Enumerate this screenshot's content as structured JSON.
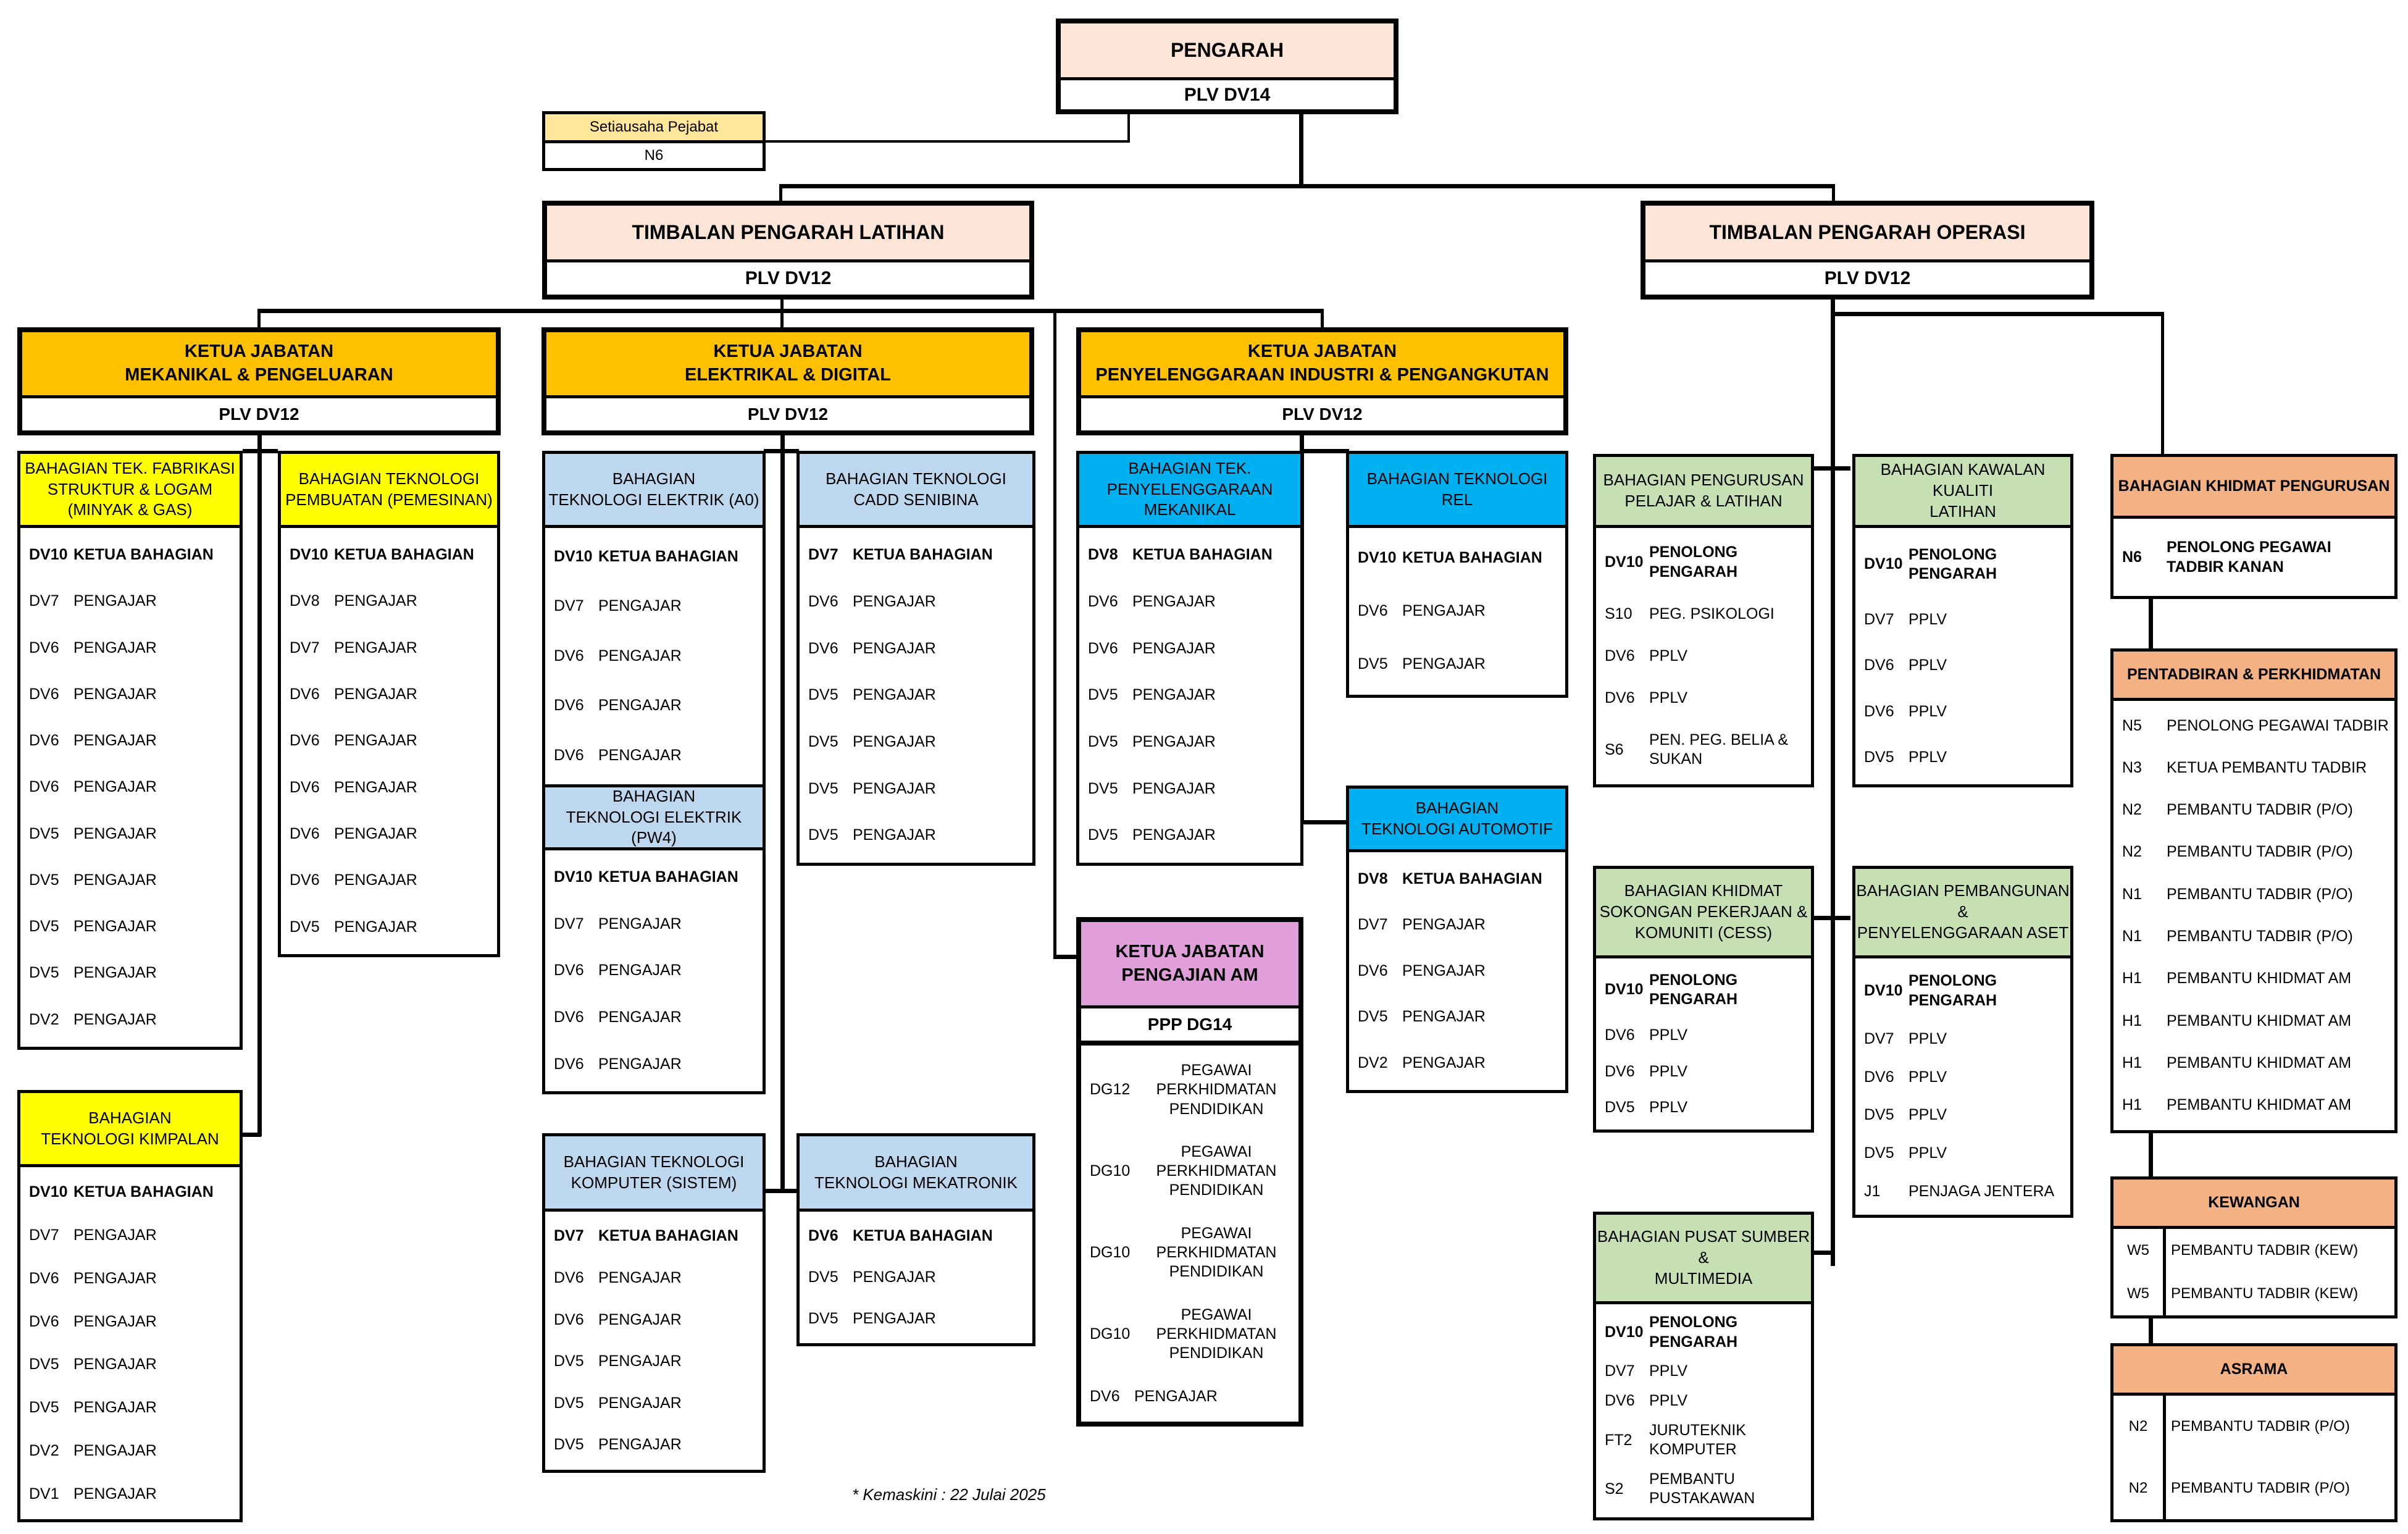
{
  "colors": {
    "director": "#FCE4D6",
    "secretary": "#FFE699",
    "department": "#FFC000",
    "mech_section": "#FFFF00",
    "elec_section": "#BDD7EE",
    "maint_section": "#00B0F0",
    "general_studies": "#E09FDB",
    "operations_section": "#C6E0B4",
    "admin_section": "#F4B183"
  },
  "director": {
    "title": "PENGARAH",
    "grade": "PLV DV14"
  },
  "secretary": {
    "title": "Setiausaha Pejabat",
    "grade": "N6"
  },
  "deputy_training": {
    "title": "TIMBALAN PENGARAH LATIHAN",
    "grade": "PLV DV12"
  },
  "deputy_operations": {
    "title": "TIMBALAN PENGARAH OPERASI",
    "grade": "PLV DV12"
  },
  "departments": [
    {
      "title": "KETUA JABATAN\nMEKANIKAL & PENGELUARAN",
      "grade": "PLV DV12"
    },
    {
      "title": "KETUA JABATAN\nELEKTRIKAL & DIGITAL",
      "grade": "PLV DV12"
    },
    {
      "title": "KETUA JABATAN\nPENYELENGGARAAN INDUSTRI & PENGANGKUTAN",
      "grade": "PLV DV12"
    }
  ],
  "general_studies": {
    "title": "KETUA JABATAN\nPENGAJIAN AM",
    "grade": "PPP DG14",
    "rows": [
      {
        "g": "DG12",
        "p": "PEGAWAI\nPERKHIDMATAN\nPENDIDIKAN"
      },
      {
        "g": "DG10",
        "p": "PEGAWAI\nPERKHIDMATAN\nPENDIDIKAN"
      },
      {
        "g": "DG10",
        "p": "PEGAWAI\nPERKHIDMATAN\nPENDIDIKAN"
      },
      {
        "g": "DG10",
        "p": "PEGAWAI\nPERKHIDMATAN\nPENDIDIKAN"
      },
      {
        "g": "DV6",
        "p": "PENGAJAR"
      }
    ]
  },
  "sections": {
    "fabrikasi": {
      "title": "BAHAGIAN TEK. FABRIKASI\nSTRUKTUR & LOGAM\n(MINYAK & GAS)",
      "rows": [
        {
          "g": "DV10",
          "p": "KETUA BAHAGIAN",
          "b": true
        },
        {
          "g": "DV7",
          "p": "PENGAJAR"
        },
        {
          "g": "DV6",
          "p": "PENGAJAR"
        },
        {
          "g": "DV6",
          "p": "PENGAJAR"
        },
        {
          "g": "DV6",
          "p": "PENGAJAR"
        },
        {
          "g": "DV6",
          "p": "PENGAJAR"
        },
        {
          "g": "DV5",
          "p": "PENGAJAR"
        },
        {
          "g": "DV5",
          "p": "PENGAJAR"
        },
        {
          "g": "DV5",
          "p": "PENGAJAR"
        },
        {
          "g": "DV5",
          "p": "PENGAJAR"
        },
        {
          "g": "DV2",
          "p": "PENGAJAR"
        }
      ]
    },
    "pembuatan": {
      "title": "BAHAGIAN TEKNOLOGI\nPEMBUATAN (PEMESINAN)",
      "rows": [
        {
          "g": "DV10",
          "p": "KETUA BAHAGIAN",
          "b": true
        },
        {
          "g": "DV8",
          "p": "PENGAJAR"
        },
        {
          "g": "DV7",
          "p": "PENGAJAR"
        },
        {
          "g": "DV6",
          "p": "PENGAJAR"
        },
        {
          "g": "DV6",
          "p": "PENGAJAR"
        },
        {
          "g": "DV6",
          "p": "PENGAJAR"
        },
        {
          "g": "DV6",
          "p": "PENGAJAR"
        },
        {
          "g": "DV6",
          "p": "PENGAJAR"
        },
        {
          "g": "DV5",
          "p": "PENGAJAR"
        }
      ]
    },
    "kimpalan": {
      "title": "BAHAGIAN\nTEKNOLOGI KIMPALAN",
      "rows": [
        {
          "g": "DV10",
          "p": "KETUA BAHAGIAN",
          "b": true
        },
        {
          "g": "DV7",
          "p": "PENGAJAR"
        },
        {
          "g": "DV6",
          "p": "PENGAJAR"
        },
        {
          "g": "DV6",
          "p": "PENGAJAR"
        },
        {
          "g": "DV5",
          "p": "PENGAJAR"
        },
        {
          "g": "DV5",
          "p": "PENGAJAR"
        },
        {
          "g": "DV2",
          "p": "PENGAJAR"
        },
        {
          "g": "DV1",
          "p": "PENGAJAR"
        }
      ]
    },
    "elektrik_a0": {
      "title": "BAHAGIAN\nTEKNOLOGI ELEKTRIK (A0)",
      "rows": [
        {
          "g": "DV10",
          "p": "KETUA BAHAGIAN",
          "b": true
        },
        {
          "g": "DV7",
          "p": "PENGAJAR"
        },
        {
          "g": "DV6",
          "p": "PENGAJAR"
        },
        {
          "g": "DV6",
          "p": "PENGAJAR"
        },
        {
          "g": "DV6",
          "p": "PENGAJAR"
        }
      ]
    },
    "elektrik_pw4": {
      "title": "BAHAGIAN\nTEKNOLOGI ELEKTRIK (PW4)",
      "rows": [
        {
          "g": "DV10",
          "p": "KETUA BAHAGIAN",
          "b": true
        },
        {
          "g": "DV7",
          "p": "PENGAJAR"
        },
        {
          "g": "DV6",
          "p": "PENGAJAR"
        },
        {
          "g": "DV6",
          "p": "PENGAJAR"
        },
        {
          "g": "DV6",
          "p": "PENGAJAR"
        }
      ]
    },
    "cadd": {
      "title": "BAHAGIAN TEKNOLOGI\nCADD SENIBINA",
      "rows": [
        {
          "g": "DV7",
          "p": "KETUA BAHAGIAN",
          "b": true
        },
        {
          "g": "DV6",
          "p": "PENGAJAR"
        },
        {
          "g": "DV6",
          "p": "PENGAJAR"
        },
        {
          "g": "DV5",
          "p": "PENGAJAR"
        },
        {
          "g": "DV5",
          "p": "PENGAJAR"
        },
        {
          "g": "DV5",
          "p": "PENGAJAR"
        },
        {
          "g": "DV5",
          "p": "PENGAJAR"
        }
      ]
    },
    "komputer": {
      "title": "BAHAGIAN TEKNOLOGI\nKOMPUTER (SISTEM)",
      "rows": [
        {
          "g": "DV7",
          "p": "KETUA BAHAGIAN",
          "b": true
        },
        {
          "g": "DV6",
          "p": "PENGAJAR"
        },
        {
          "g": "DV6",
          "p": "PENGAJAR"
        },
        {
          "g": "DV5",
          "p": "PENGAJAR"
        },
        {
          "g": "DV5",
          "p": "PENGAJAR"
        },
        {
          "g": "DV5",
          "p": "PENGAJAR"
        }
      ]
    },
    "mekatronik": {
      "title": "BAHAGIAN\nTEKNOLOGI MEKATRONIK",
      "rows": [
        {
          "g": "DV6",
          "p": "KETUA BAHAGIAN",
          "b": true
        },
        {
          "g": "DV5",
          "p": "PENGAJAR"
        },
        {
          "g": "DV5",
          "p": "PENGAJAR"
        }
      ]
    },
    "penyelenggaraan": {
      "title": "BAHAGIAN TEK.\nPENYELENGGARAAN\nMEKANIKAL",
      "rows": [
        {
          "g": "DV8",
          "p": "KETUA BAHAGIAN",
          "b": true
        },
        {
          "g": "DV6",
          "p": "PENGAJAR"
        },
        {
          "g": "DV6",
          "p": "PENGAJAR"
        },
        {
          "g": "DV5",
          "p": "PENGAJAR"
        },
        {
          "g": "DV5",
          "p": "PENGAJAR"
        },
        {
          "g": "DV5",
          "p": "PENGAJAR"
        },
        {
          "g": "DV5",
          "p": "PENGAJAR"
        }
      ]
    },
    "rel": {
      "title": "BAHAGIAN TEKNOLOGI\nREL",
      "rows": [
        {
          "g": "DV10",
          "p": "KETUA BAHAGIAN",
          "b": true
        },
        {
          "g": "DV6",
          "p": "PENGAJAR"
        },
        {
          "g": "DV5",
          "p": "PENGAJAR"
        }
      ]
    },
    "automotif": {
      "title": "BAHAGIAN\nTEKNOLOGI AUTOMOTIF",
      "rows": [
        {
          "g": "DV8",
          "p": "KETUA BAHAGIAN",
          "b": true
        },
        {
          "g": "DV7",
          "p": "PENGAJAR"
        },
        {
          "g": "DV6",
          "p": "PENGAJAR"
        },
        {
          "g": "DV5",
          "p": "PENGAJAR"
        },
        {
          "g": "DV2",
          "p": "PENGAJAR"
        }
      ]
    },
    "pengurusan_pelajar": {
      "title": "BAHAGIAN PENGURUSAN\nPELAJAR & LATIHAN",
      "rows": [
        {
          "g": "DV10",
          "p": "PENOLONG\nPENGARAH",
          "b": true
        },
        {
          "g": "S10",
          "p": "PEG. PSIKOLOGI"
        },
        {
          "g": "DV6",
          "p": "PPLV"
        },
        {
          "g": "DV6",
          "p": "PPLV"
        },
        {
          "g": "S6",
          "p": "PEN. PEG. BELIA &\nSUKAN"
        }
      ]
    },
    "kawalan_kualiti": {
      "title": "BAHAGIAN KAWALAN KUALITI\nLATIHAN",
      "rows": [
        {
          "g": "DV10",
          "p": "PENOLONG\nPENGARAH",
          "b": true
        },
        {
          "g": "DV7",
          "p": "PPLV"
        },
        {
          "g": "DV6",
          "p": "PPLV"
        },
        {
          "g": "DV6",
          "p": "PPLV"
        },
        {
          "g": "DV5",
          "p": "PPLV"
        }
      ]
    },
    "cess": {
      "title": "BAHAGIAN KHIDMAT\nSOKONGAN PEKERJAAN &\nKOMUNITI (CESS)",
      "rows": [
        {
          "g": "DV10",
          "p": "PENOLONG\nPENGARAH",
          "b": true
        },
        {
          "g": "DV6",
          "p": "PPLV"
        },
        {
          "g": "DV6",
          "p": "PPLV"
        },
        {
          "g": "DV5",
          "p": "PPLV"
        }
      ]
    },
    "pembangunan": {
      "title": "BAHAGIAN PEMBANGUNAN &\nPENYELENGGARAAN ASET",
      "rows": [
        {
          "g": "DV10",
          "p": "PENOLONG\nPENGARAH",
          "b": true
        },
        {
          "g": "DV7",
          "p": "PPLV"
        },
        {
          "g": "DV6",
          "p": "PPLV"
        },
        {
          "g": "DV5",
          "p": "PPLV"
        },
        {
          "g": "DV5",
          "p": "PPLV"
        },
        {
          "g": "J1",
          "p": "PENJAGA JENTERA"
        }
      ]
    },
    "pusat_sumber": {
      "title": "BAHAGIAN PUSAT SUMBER &\nMULTIMEDIA",
      "rows": [
        {
          "g": "DV10",
          "p": "PENOLONG\nPENGARAH",
          "b": true
        },
        {
          "g": "DV7",
          "p": "PPLV"
        },
        {
          "g": "DV6",
          "p": "PPLV"
        },
        {
          "g": "FT2",
          "p": "JURUTEKNIK\nKOMPUTER"
        },
        {
          "g": "S2",
          "p": "PEMBANTU\nPUSTAKAWAN"
        }
      ]
    },
    "khidmat_pengurusan": {
      "title": "BAHAGIAN KHIDMAT PENGURUSAN",
      "rows": [
        {
          "g": "N6",
          "p": "PENOLONG PEGAWAI\n TADBIR KANAN",
          "b": true
        }
      ]
    },
    "pentadbiran": {
      "title": "PENTADBIRAN & PERKHIDMATAN",
      "rows": [
        {
          "g": "N5",
          "p": "PENOLONG PEGAWAI TADBIR"
        },
        {
          "g": "N3",
          "p": "KETUA PEMBANTU TADBIR"
        },
        {
          "g": "N2",
          "p": "PEMBANTU TADBIR (P/O)"
        },
        {
          "g": "N2",
          "p": "PEMBANTU TADBIR (P/O)"
        },
        {
          "g": "N1",
          "p": "PEMBANTU TADBIR (P/O)"
        },
        {
          "g": "N1",
          "p": "PEMBANTU TADBIR (P/O)"
        },
        {
          "g": "H1",
          "p": "PEMBANTU KHIDMAT AM"
        },
        {
          "g": "H1",
          "p": "PEMBANTU KHIDMAT AM"
        },
        {
          "g": "H1",
          "p": "PEMBANTU KHIDMAT AM"
        },
        {
          "g": "H1",
          "p": "PEMBANTU KHIDMAT AM"
        }
      ]
    },
    "kewangan": {
      "title": "KEWANGAN",
      "rows": [
        {
          "g": "W5",
          "p": "PEMBANTU TADBIR (KEW)"
        },
        {
          "g": "W5",
          "p": "PEMBANTU TADBIR (KEW)"
        }
      ]
    },
    "asrama": {
      "title": "ASRAMA",
      "rows": [
        {
          "g": "N2",
          "p": "PEMBANTU TADBIR (P/O)"
        },
        {
          "g": "N2",
          "p": "PEMBANTU TADBIR (P/O)"
        }
      ]
    }
  },
  "footnote": "* Kemaskini :  22 Julai 2025"
}
